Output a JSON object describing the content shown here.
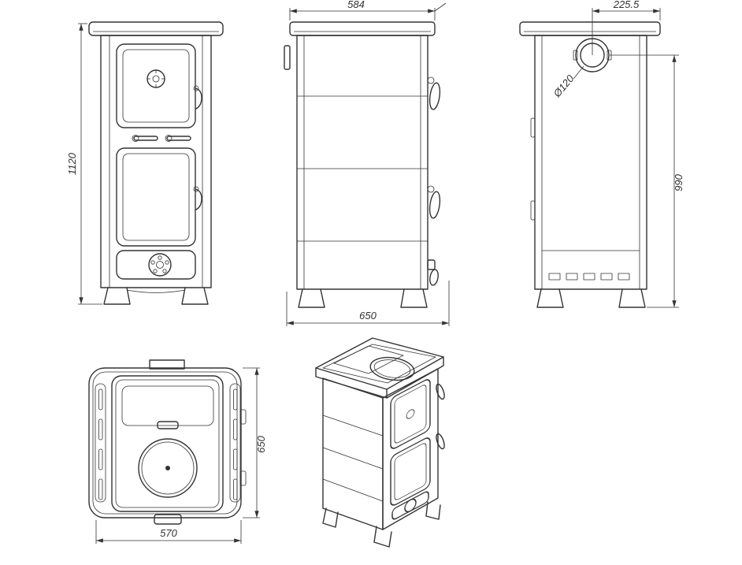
{
  "dimensions": {
    "front_height": "1120",
    "side_top_width": "584",
    "side_bottom_depth": "650",
    "back_flue_offset": "225.5",
    "flue_diameter": "Ø120",
    "back_height": "990",
    "top_view_depth": "650",
    "top_view_width": "570"
  },
  "colors": {
    "line": "#333333",
    "background": "#ffffff"
  }
}
